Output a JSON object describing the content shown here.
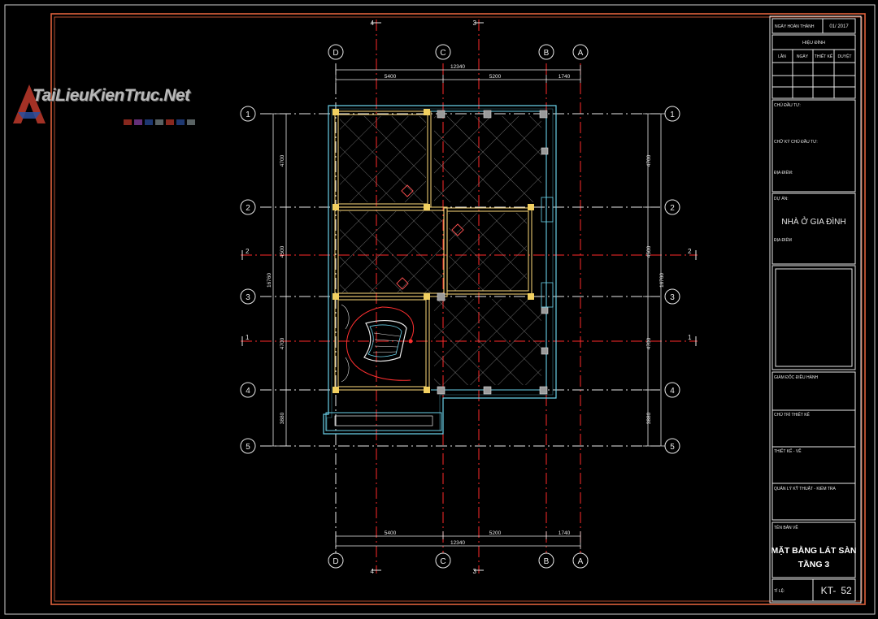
{
  "watermark": {
    "text": "TaiLieuKienTruc.Net"
  },
  "grid": {
    "top_dimensions": {
      "total": "12340",
      "spans": [
        "5400",
        "5200",
        "1740"
      ]
    },
    "bottom_dimensions": {
      "total": "12340",
      "spans": [
        "5400",
        "5200",
        "1740"
      ]
    },
    "left_dimensions": {
      "total": "16760",
      "spans": [
        "4700",
        "4500",
        "4700",
        "3880"
      ]
    },
    "right_dimensions": {
      "total": "16760",
      "spans": [
        "4700",
        "4500",
        "4700",
        "3880"
      ]
    },
    "column_axes": [
      "D",
      "C",
      "B",
      "A"
    ],
    "row_axes": [
      "1",
      "2",
      "3",
      "4",
      "5"
    ],
    "section_marks_vertical": [
      "4",
      "3"
    ],
    "section_marks_horizontal": [
      "2",
      "1"
    ]
  },
  "title_block": {
    "completion_label": "NGÀY HOÀN THÀNH",
    "completion_date": "01/ 2017",
    "revision_title": "HIỆU ĐÍNH",
    "revision_headers": [
      "LẦN",
      "NGÀY",
      "THIẾT KẾ",
      "DUYỆT"
    ],
    "owner_label": "CHỦ ĐẦU TƯ:",
    "owner_sign_label": "CHỮ KÝ CHỦ ĐẦU TƯ:",
    "location_label": "ĐỊA ĐIỂM:",
    "project_label": "DỰ ÁN:",
    "project_name": "NHÀ Ở GIA ĐÌNH",
    "project_location_label": "ĐỊA ĐIỂM",
    "director_label": "GIÁM ĐỐC ĐIỀU HÀNH",
    "design_lead_label": "CHỦ TRÌ THIẾT KẾ",
    "designer_label": "THIẾT KẾ - VẼ",
    "qa_label": "QUẢN LÝ KỸ THUẬT - KIỂM TRA",
    "drawing_name_label": "TÊN BẢN VẼ",
    "drawing_title_line1": "MẶT BẰNG LÁT SÀN",
    "drawing_title_line2": "TẦNG 3",
    "scale_label": "TỈ LỆ:",
    "sheet_prefix": "KT-",
    "sheet_number": "52"
  },
  "colors": {
    "frame": "#e0623c",
    "white_line": "#e8e8e8",
    "axis_red": "#ff2a2a",
    "axis_green": "#22c55e",
    "wall_yellow": "#e8c770",
    "cyan": "#6ad0e8",
    "grey": "#9a9a9a"
  }
}
